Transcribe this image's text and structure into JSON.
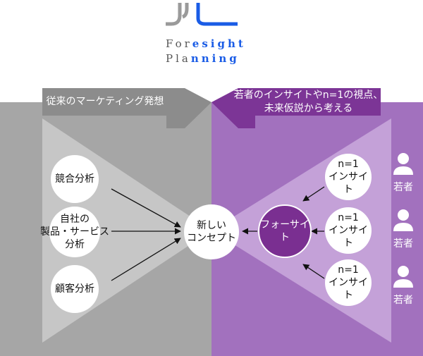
{
  "logo": {
    "line1_dark": "For",
    "line1_blue": "esight",
    "line2_dark": "Pla",
    "line2_blue": "nning"
  },
  "left_header": {
    "label": "従来のマーケティング発想"
  },
  "right_header": {
    "line1": "若者のインサイトやn=1の視点、",
    "line2": "未来仮説から考える"
  },
  "left_inputs": [
    {
      "lines": [
        "競合分析"
      ]
    },
    {
      "lines": [
        "自社の",
        "製品・サービス",
        "分析"
      ]
    },
    {
      "lines": [
        "顧客分析"
      ]
    }
  ],
  "center": {
    "lines": [
      "新しい",
      "コンセプト"
    ]
  },
  "foresight": {
    "label": "フォーサイト"
  },
  "insights": [
    {
      "line1": "n=1",
      "line2": "インサイト"
    },
    {
      "line1": "n=1",
      "line2": "インサイト"
    },
    {
      "line1": "n=1",
      "line2": "インサイト"
    }
  ],
  "persons": [
    {
      "label": "若者"
    },
    {
      "label": "若者"
    },
    {
      "label": "若者"
    }
  ],
  "colors": {
    "left_bg": "#a6a6a6",
    "left_inner": "#c6c6c6",
    "right_bg": "#a271be",
    "right_inner": "#c4a1d8",
    "header_left": "#8c8c8c",
    "header_right": "#7c3596",
    "foresight_fill": "#7a2f91",
    "logo_blue": "#1a5ce6",
    "logo_dark": "#555555"
  }
}
